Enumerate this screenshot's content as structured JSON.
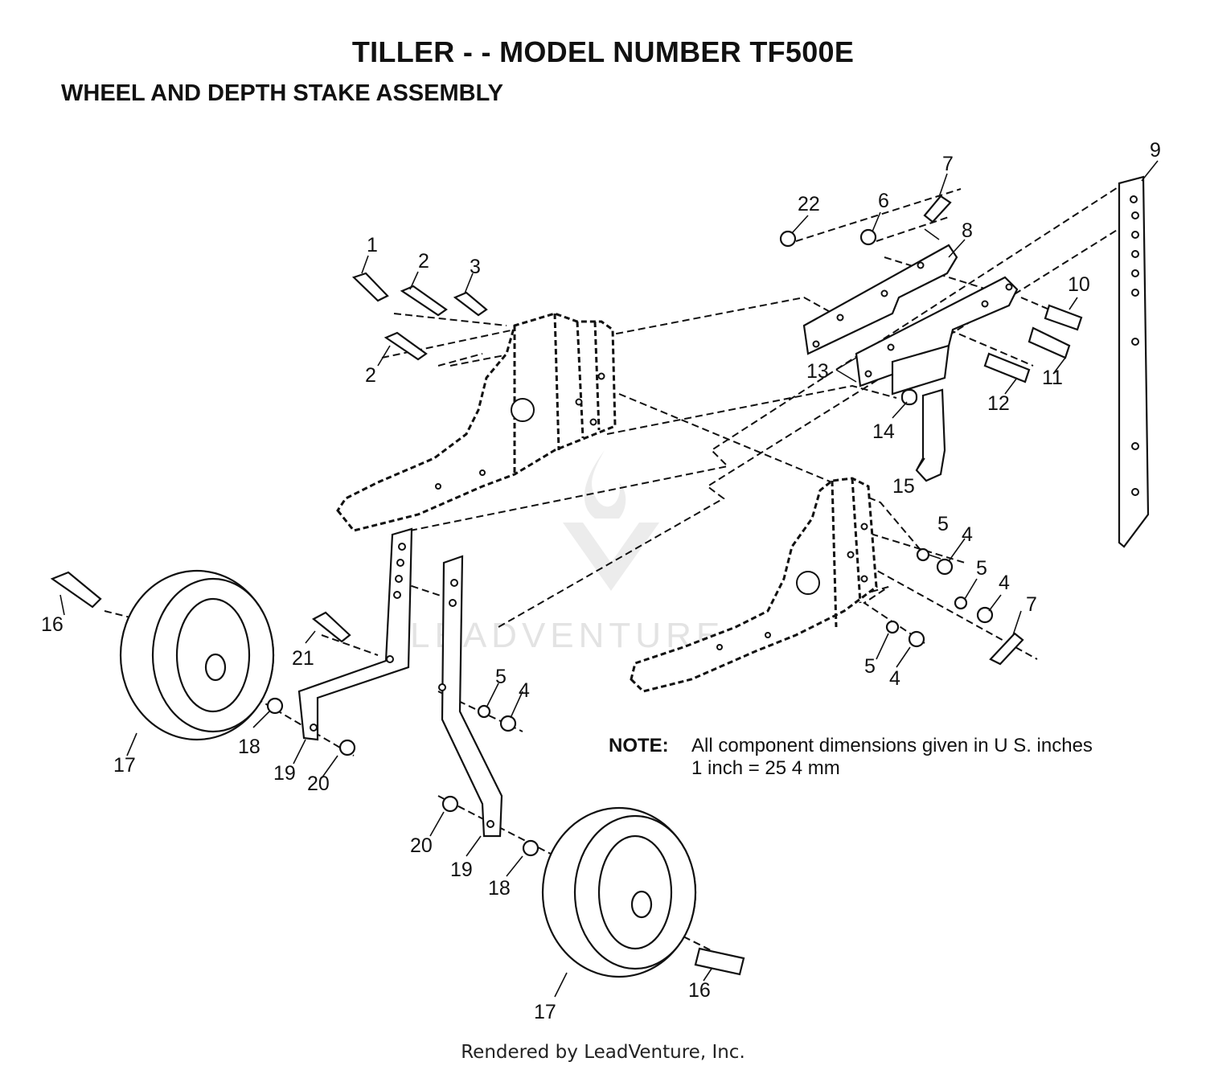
{
  "header": {
    "title": "TILLER - - MODEL NUMBER TF500E",
    "subtitle": "WHEEL AND DEPTH STAKE ASSEMBLY"
  },
  "callouts": {
    "c1": "1",
    "c2a": "2",
    "c2b": "2",
    "c3": "3",
    "c4a": "4",
    "c4b": "4",
    "c4c": "4",
    "c4d": "4",
    "c5a": "5",
    "c5b": "5",
    "c5c": "5",
    "c5d": "5",
    "c6": "6",
    "c7a": "7",
    "c7b": "7",
    "c8": "8",
    "c9": "9",
    "c10": "10",
    "c11": "11",
    "c12": "12",
    "c13": "13",
    "c14": "14",
    "c15": "15",
    "c16a": "16",
    "c16b": "16",
    "c17a": "17",
    "c17b": "17",
    "c18a": "18",
    "c18b": "18",
    "c19a": "19",
    "c19b": "19",
    "c20a": "20",
    "c20b": "20",
    "c21": "21",
    "c22": "22"
  },
  "note": {
    "label": "NOTE:",
    "line1": "All component dimensions given in U S. inches",
    "line2": "1 inch = 25 4 mm"
  },
  "watermark": "LEADVENTURE",
  "footer": "Rendered by LeadVenture, Inc."
}
